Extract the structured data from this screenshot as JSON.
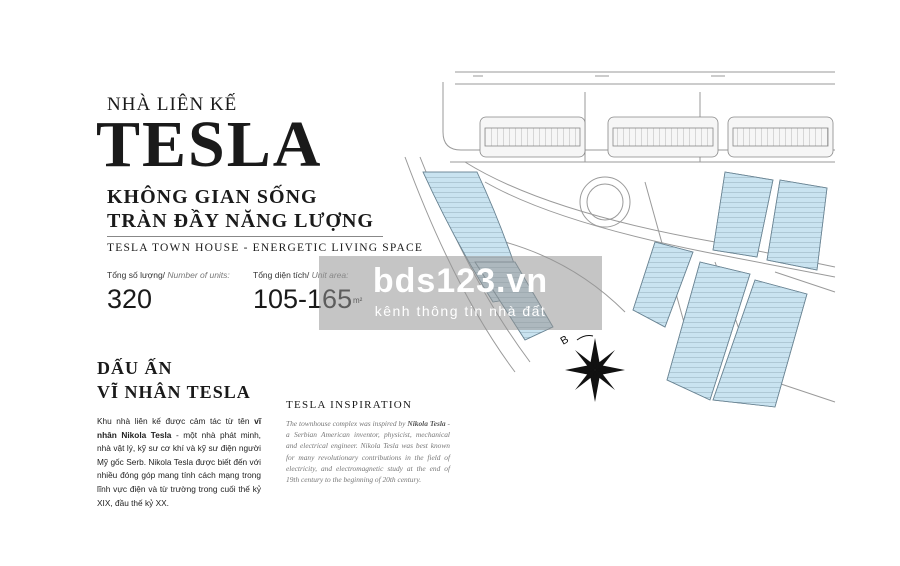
{
  "header": {
    "kicker": "NHÀ LIÊN KẾ",
    "title": "TESLA",
    "tagline_1": "KHÔNG GIAN SỐNG",
    "tagline_2": "TRÀN ĐẦY NĂNG LƯỢNG",
    "subline": "TESLA TOWN HOUSE - ENERGETIC LIVING SPACE"
  },
  "stats": {
    "units_label_vn": "Tổng số lượng/",
    "units_label_en": "Number of units:",
    "units_value": "320",
    "area_label_vn": "Tổng diện tích/",
    "area_label_en": "Unit area:",
    "area_value": "105-165",
    "area_unit": "m²"
  },
  "section_vn": {
    "heading_1": "DẤU ẤN",
    "heading_2": "VĨ NHÂN TESLA",
    "body_pre": "Khu nhà liên kế được cảm tác từ tên ",
    "body_bold": "vĩ nhân Nikola Tesla",
    "body_post": " - một nhà phát minh, nhà vật lý, kỹ sư cơ khí và kỹ sư điện người Mỹ gốc Serb. Nikola Tesla được biết đến với nhiều đóng góp mang tính cách mạng trong lĩnh vực điện và từ trường trong cuối thế kỷ XIX, đầu thế kỷ XX."
  },
  "section_en": {
    "heading": "TESLA INSPIRATION",
    "body_pre": "The townhouse complex was inspired by ",
    "body_bold": "Nikola Tesla",
    "body_post": " - a Serbian American inventor, physicist, mechanical and electrical engineer. Nikola Tesla was best known for many revolutionary contributions in the field of electricity, and electromagnetic study at the end of 19th century to the beginning of 20th century."
  },
  "map": {
    "compass_letter": "B",
    "compass_icon": "compass-rose-icon",
    "block_fill": "#c9e3f0",
    "line_color": "#9a9a9a"
  },
  "watermark": {
    "title": "bds123.vn",
    "subtitle": "kênh thông tin nhà đất"
  }
}
